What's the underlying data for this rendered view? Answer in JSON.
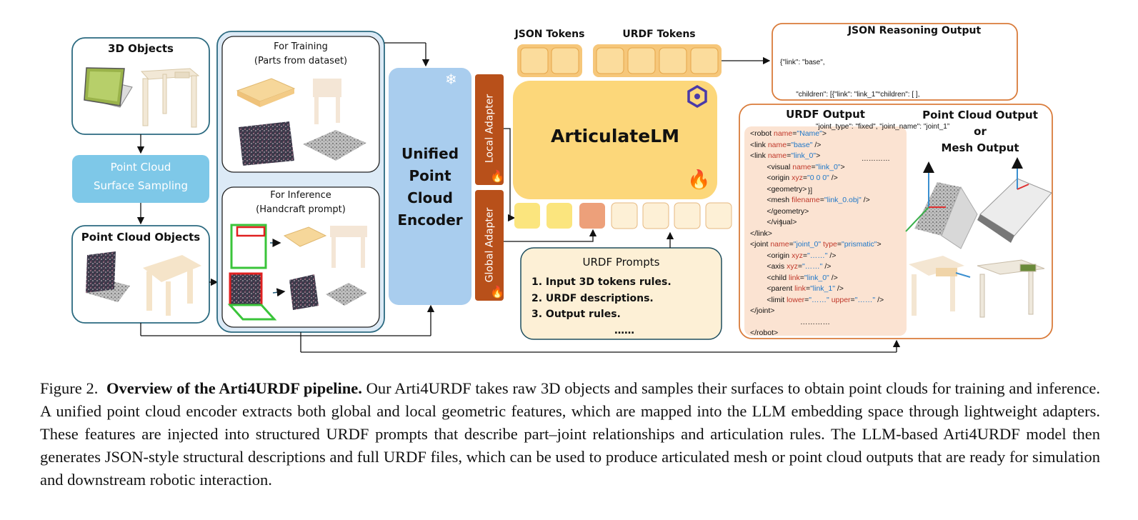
{
  "diagram": {
    "objects_3d": "3D Objects",
    "surface_sampling": [
      "Point Cloud",
      "Surface Sampling"
    ],
    "point_cloud_objects": "Point Cloud Objects",
    "for_training": [
      "For Training",
      "(Parts from dataset)"
    ],
    "for_inference": [
      "For Inference",
      "(Handcraft prompt)"
    ],
    "encoder": [
      "Unified",
      "Point",
      "Cloud",
      "Encoder"
    ],
    "local_adapter": "Local Adapter",
    "global_adapter": "Global Adapter",
    "json_tokens": "JSON Tokens",
    "urdf_tokens": "URDF Tokens",
    "model_name": "ArticulateLM",
    "urdf_prompts_title": "URDF Prompts",
    "urdf_prompts": [
      "1. Input 3D tokens rules.",
      "2. URDF descriptions.",
      "3. Output rules.",
      "……"
    ],
    "json_output_title": "JSON Reasoning Output",
    "json_output_lines": [
      "{\"link\": \"base\",",
      "        \"children\": [{\"link\": \"link_1\"“children\": [ ],",
      "                  \"joint_type\": \"fixed\", \"joint_name\": \"joint_1”",
      "                                         …………",
      "              }]",
      "}"
    ],
    "urdf_output_title": "URDF Output",
    "pc_output_title": [
      "Point Cloud Output",
      "or",
      "Mesh Output"
    ],
    "urdf_lines": [
      "<robot name=\"Name\">",
      "<link name=\"base\" />",
      "<link name=\"link_0\">",
      "        <visual name=\"link_0\">",
      "        <origin xyz=\"0 0 0\" />",
      "        <geometry>",
      "        <mesh filename=\"link_0.obj\" />",
      "        </geometry>",
      "        </visual>",
      "</link>",
      "<joint name=\"joint_0\" type=\"prismatic\">",
      "        <origin xyz=\"……\" />",
      "        <axis xyz=\"……\" />",
      "        <child link=\"link_0\" />",
      "        <parent link=\"link_1\" />",
      "        <limit lower=\"……\" upper=\"……\" />",
      "</joint>",
      "                        …………",
      "</robot>"
    ]
  },
  "caption": {
    "label": "Figure 2.",
    "bold": "Overview of the Arti4URDF pipeline.",
    "text": " Our Arti4URDF takes raw 3D objects and samples their surfaces to obtain point clouds for training and inference. A unified point cloud encoder extracts both global and local geometric features, which are mapped into the LLM embedding space through lightweight adapters. These features are injected into structured URDF prompts that describe part–joint relationships and articulation rules. The LLM-based Arti4URDF model then generates JSON-style structural descriptions and full URDF files, which can be used to produce articulated mesh or point cloud outputs that are ready for simulation and downstream robotic interaction."
  },
  "colors": {
    "teal_border": "#2b6a80",
    "light_blue_fill": "#dceaf6",
    "sampling_fill": "#7ec8e8",
    "encoder_fill": "#a9cdee",
    "adapter_fill": "#b8501a",
    "llm_fill": "#fcd77a",
    "token_fill": "#f6c77a",
    "prompt_fill": "#fdf0d6",
    "output_border": "#d97b3a",
    "urdf_fill": "#fbe3d2"
  }
}
